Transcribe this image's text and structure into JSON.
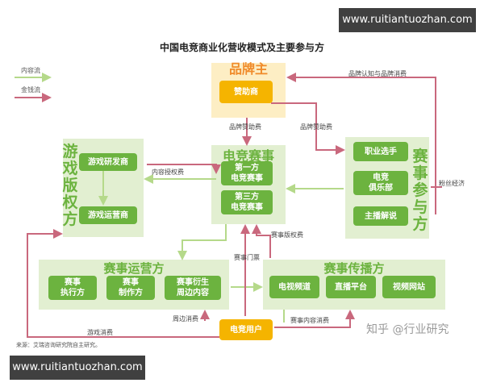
{
  "watermark_top": "www.ruitiantuozhan.com",
  "watermark_bottom": "www.ruitiantuozhan.com",
  "title": "中国电竞商业化营收模式及主要参与方",
  "legend": {
    "content_flow": "内容流",
    "money_flow": "金钱流"
  },
  "brand": {
    "heading": "品牌主",
    "sponsor": "赞助商"
  },
  "esports": {
    "heading": "电竞赛事",
    "first_party": "第一方\n电竞赛事",
    "third_party": "第三方\n电竞赛事"
  },
  "game_rights": {
    "heading": "游戏版权方",
    "developer": "游戏研发商",
    "operator": "游戏运营商"
  },
  "participants": {
    "heading": "赛事参与方",
    "pro_player": "职业选手",
    "club": "电竞\n俱乐部",
    "streamer": "主播解说"
  },
  "operations": {
    "heading": "赛事运营方",
    "execution": "赛事\n执行方",
    "production": "赛事\n制作方",
    "derivatives": "赛事衍生\n周边内容"
  },
  "broadcast": {
    "heading": "赛事传播方",
    "tv": "电视频道",
    "live": "直播平台",
    "video": "视频网站"
  },
  "user": "电竞用户",
  "flow_labels": {
    "brand_awareness": "品牌认知与品牌消费",
    "brand_sponsor_fee_1": "品牌赞助费",
    "brand_sponsor_fee_2": "品牌赞助费",
    "content_license_fee": "内容授权费",
    "fan_economy": "粉丝经济",
    "event_rights_fee": "赛事版权费",
    "event_tickets": "赛事门票",
    "merch_spending": "周边消费",
    "game_spending": "游戏消费",
    "event_content_spending": "赛事内容消费"
  },
  "source": "来源：艾瑞咨询研究院自主研究。",
  "zhihu": "知乎 @行业研究",
  "colors": {
    "green": "#6cb33f",
    "orange": "#f5b400",
    "money_arrow": "#c9687d",
    "content_arrow": "#b5d98a"
  }
}
